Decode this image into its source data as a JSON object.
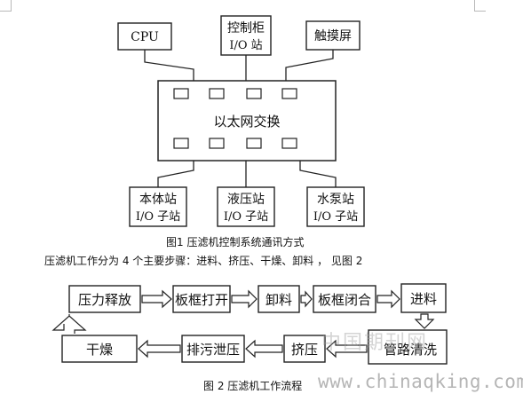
{
  "figure1": {
    "top_nodes": [
      {
        "label": "CPU"
      },
      {
        "line1": "控制柜",
        "line2": "I/O 站"
      },
      {
        "label": "触摸屏"
      }
    ],
    "switch_label": "以太网交换",
    "bottom_nodes": [
      {
        "line1": "本体站",
        "line2": "I/O 子站"
      },
      {
        "line1": "液压站",
        "line2": "I/O 子站"
      },
      {
        "line1": "水泵站",
        "line2": "I/O 子站"
      }
    ],
    "caption": "图1 压滤机控制系统通讯方式"
  },
  "paragraph": "压滤机工作分为 4 个主要步骤：进料、挤压、干燥、卸料 ，  见图 2",
  "figure2": {
    "row1": [
      "压力释放",
      "板框打开",
      "卸料",
      "板框闭合",
      "进料"
    ],
    "row2": [
      "干燥",
      "排污泄压",
      "挤压",
      "管路清洗"
    ],
    "caption": "图 2 压滤机工作流程"
  },
  "watermark": {
    "cn": "中国期刊网",
    "url": "www.chinaqking.com"
  }
}
